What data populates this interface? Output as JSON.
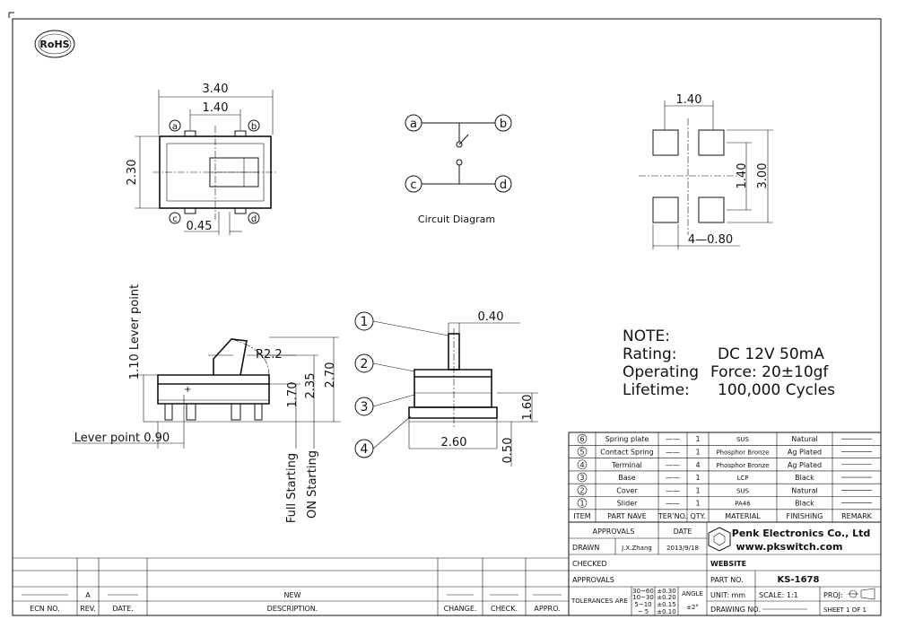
{
  "logo": {
    "text": "RoHS"
  },
  "top_view": {
    "width": "3.40",
    "pitch": "1.40",
    "height": "2.30",
    "pin_width": "0.45",
    "pins": [
      "a",
      "b",
      "c",
      "d"
    ]
  },
  "circuit": {
    "pins": [
      "a",
      "b",
      "c",
      "d"
    ],
    "caption": "Circuit Diagram"
  },
  "pad_layout": {
    "pitch": "1.40",
    "pitch_v": "1.40",
    "total": "3.00",
    "pad": "4—0.80"
  },
  "side_view": {
    "lever_point": "1.10 Lever point",
    "lever_point_h": "Lever point 0.90",
    "radius": "R2.2",
    "h1": "1.70",
    "h2": "2.35",
    "h3": "2.70",
    "full": "Full Starting",
    "on": "ON Starting"
  },
  "front_view": {
    "top": "0.40",
    "width": "2.60",
    "h": "1.60",
    "base": "0.50",
    "callouts": [
      "1",
      "2",
      "3",
      "4"
    ]
  },
  "note": {
    "title": "NOTE:",
    "lines": [
      {
        "label": "Rating:",
        "value": "DC 12V 50mA"
      },
      {
        "label": "Operating",
        "value": "Force: 20±10gf"
      },
      {
        "label": "Lifetime:",
        "value": "100,000 Cycles"
      }
    ]
  },
  "bom": {
    "headers": [
      "ITEM",
      "PART NAVE",
      "TER'NO.",
      "QTY.",
      "MATERIAL",
      "FINISHING",
      "REMARK"
    ],
    "rows": [
      {
        "item": "6",
        "name": "Spring plate",
        "ter": "——",
        "qty": "1",
        "material": "SUS",
        "finish": "Natural"
      },
      {
        "item": "5",
        "name": "Contact Spring",
        "ter": "——",
        "qty": "1",
        "material": "Phosphor Bronze",
        "finish": "Ag Plated"
      },
      {
        "item": "4",
        "name": "Terminal",
        "ter": "——",
        "qty": "4",
        "material": "Phosphor Bronze",
        "finish": "Ag Plated"
      },
      {
        "item": "3",
        "name": "Base",
        "ter": "——",
        "qty": "1",
        "material": "LCP",
        "finish": "Black"
      },
      {
        "item": "2",
        "name": "Cover",
        "ter": "——",
        "qty": "1",
        "material": "SUS",
        "finish": "Natural"
      },
      {
        "item": "1",
        "name": "Slider",
        "ter": "——",
        "qty": "1",
        "material": "PA46",
        "finish": "Black"
      }
    ]
  },
  "title_block": {
    "approvals": "APPROVALS",
    "date": "DATE",
    "drawn": "DRAWN",
    "drawn_by": "J.X.Zhang",
    "drawn_date": "2013/9/18",
    "checked": "CHECKED",
    "approvals2": "APPROVALS",
    "website_label": "WEBSITE",
    "part_no_label": "PART NO.",
    "part_no": "KS-1678",
    "company": "Penk Electronics Co., Ltd",
    "url": "www.pkswitch.com",
    "tolerances": "TOLERANCES ARE",
    "tol_rows": [
      [
        "30~60",
        "±0.30"
      ],
      [
        "10~30",
        "±0.20"
      ],
      [
        "5~10",
        "±0.15"
      ],
      [
        "~ 5",
        "±0.10"
      ]
    ],
    "angle": "ANGLE",
    "angle_val": "±2°",
    "unit": "UNIT: mm",
    "scale": "SCALE:  1:1",
    "proj": "PROJ:",
    "drawing_no": "DRAWING NO.",
    "sheet": "SHEET  1 OF 1"
  },
  "revision": {
    "row": {
      "rev": "A",
      "desc": "NEW"
    },
    "headers": [
      "ECN NO.",
      "REV.",
      "DATE.",
      "DESCRIPTION.",
      "CHANGE.",
      "CHECK.",
      "APPRO."
    ]
  }
}
